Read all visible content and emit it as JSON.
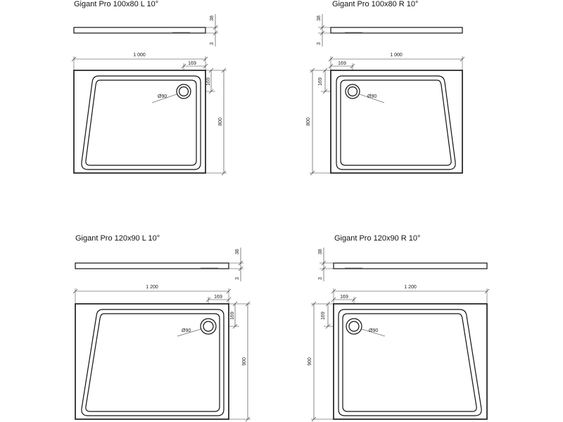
{
  "colors": {
    "line": "#111111",
    "dimension": "#333333",
    "background": "#ffffff"
  },
  "drawings": [
    {
      "title": "Gigant Pro 100x80 L 10°",
      "thickness": "38",
      "offset": "3",
      "width": "1 000",
      "depth": "800",
      "waste_x": "169",
      "waste_y": "169",
      "waste_diameter": "Ø90"
    },
    {
      "title": "Gigant Pro 100x80 R 10°",
      "thickness": "38",
      "offset": "3",
      "width": "1 000",
      "depth": "800",
      "waste_x": "169",
      "waste_y": "169",
      "waste_diameter": "Ø90"
    },
    {
      "title": "Gigant Pro 120x90 L 10°",
      "thickness": "38",
      "offset": "3",
      "width": "1 200",
      "depth": "900",
      "waste_x": "169",
      "waste_y": "169",
      "waste_diameter": "Ø90"
    },
    {
      "title": "Gigant Pro 120x90 R 10°",
      "thickness": "38",
      "offset": "3",
      "width": "1 200",
      "depth": "900",
      "waste_x": "169",
      "waste_y": "169",
      "waste_diameter": "Ø90"
    }
  ]
}
